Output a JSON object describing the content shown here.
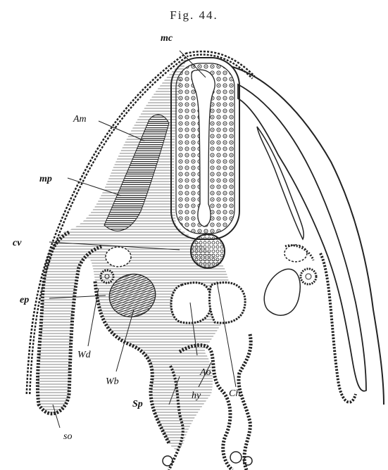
{
  "figure": {
    "title": "Fig. 44."
  },
  "labels": {
    "mc": "mc",
    "Am": "Am",
    "mp": "mp",
    "cv": "cv",
    "ep": "ep",
    "Wd": "Wd",
    "Wb": "Wb",
    "Sp": "Sp",
    "so": "so",
    "hy": "hy",
    "Ao": "Ao",
    "Ch": "Ch"
  }
}
